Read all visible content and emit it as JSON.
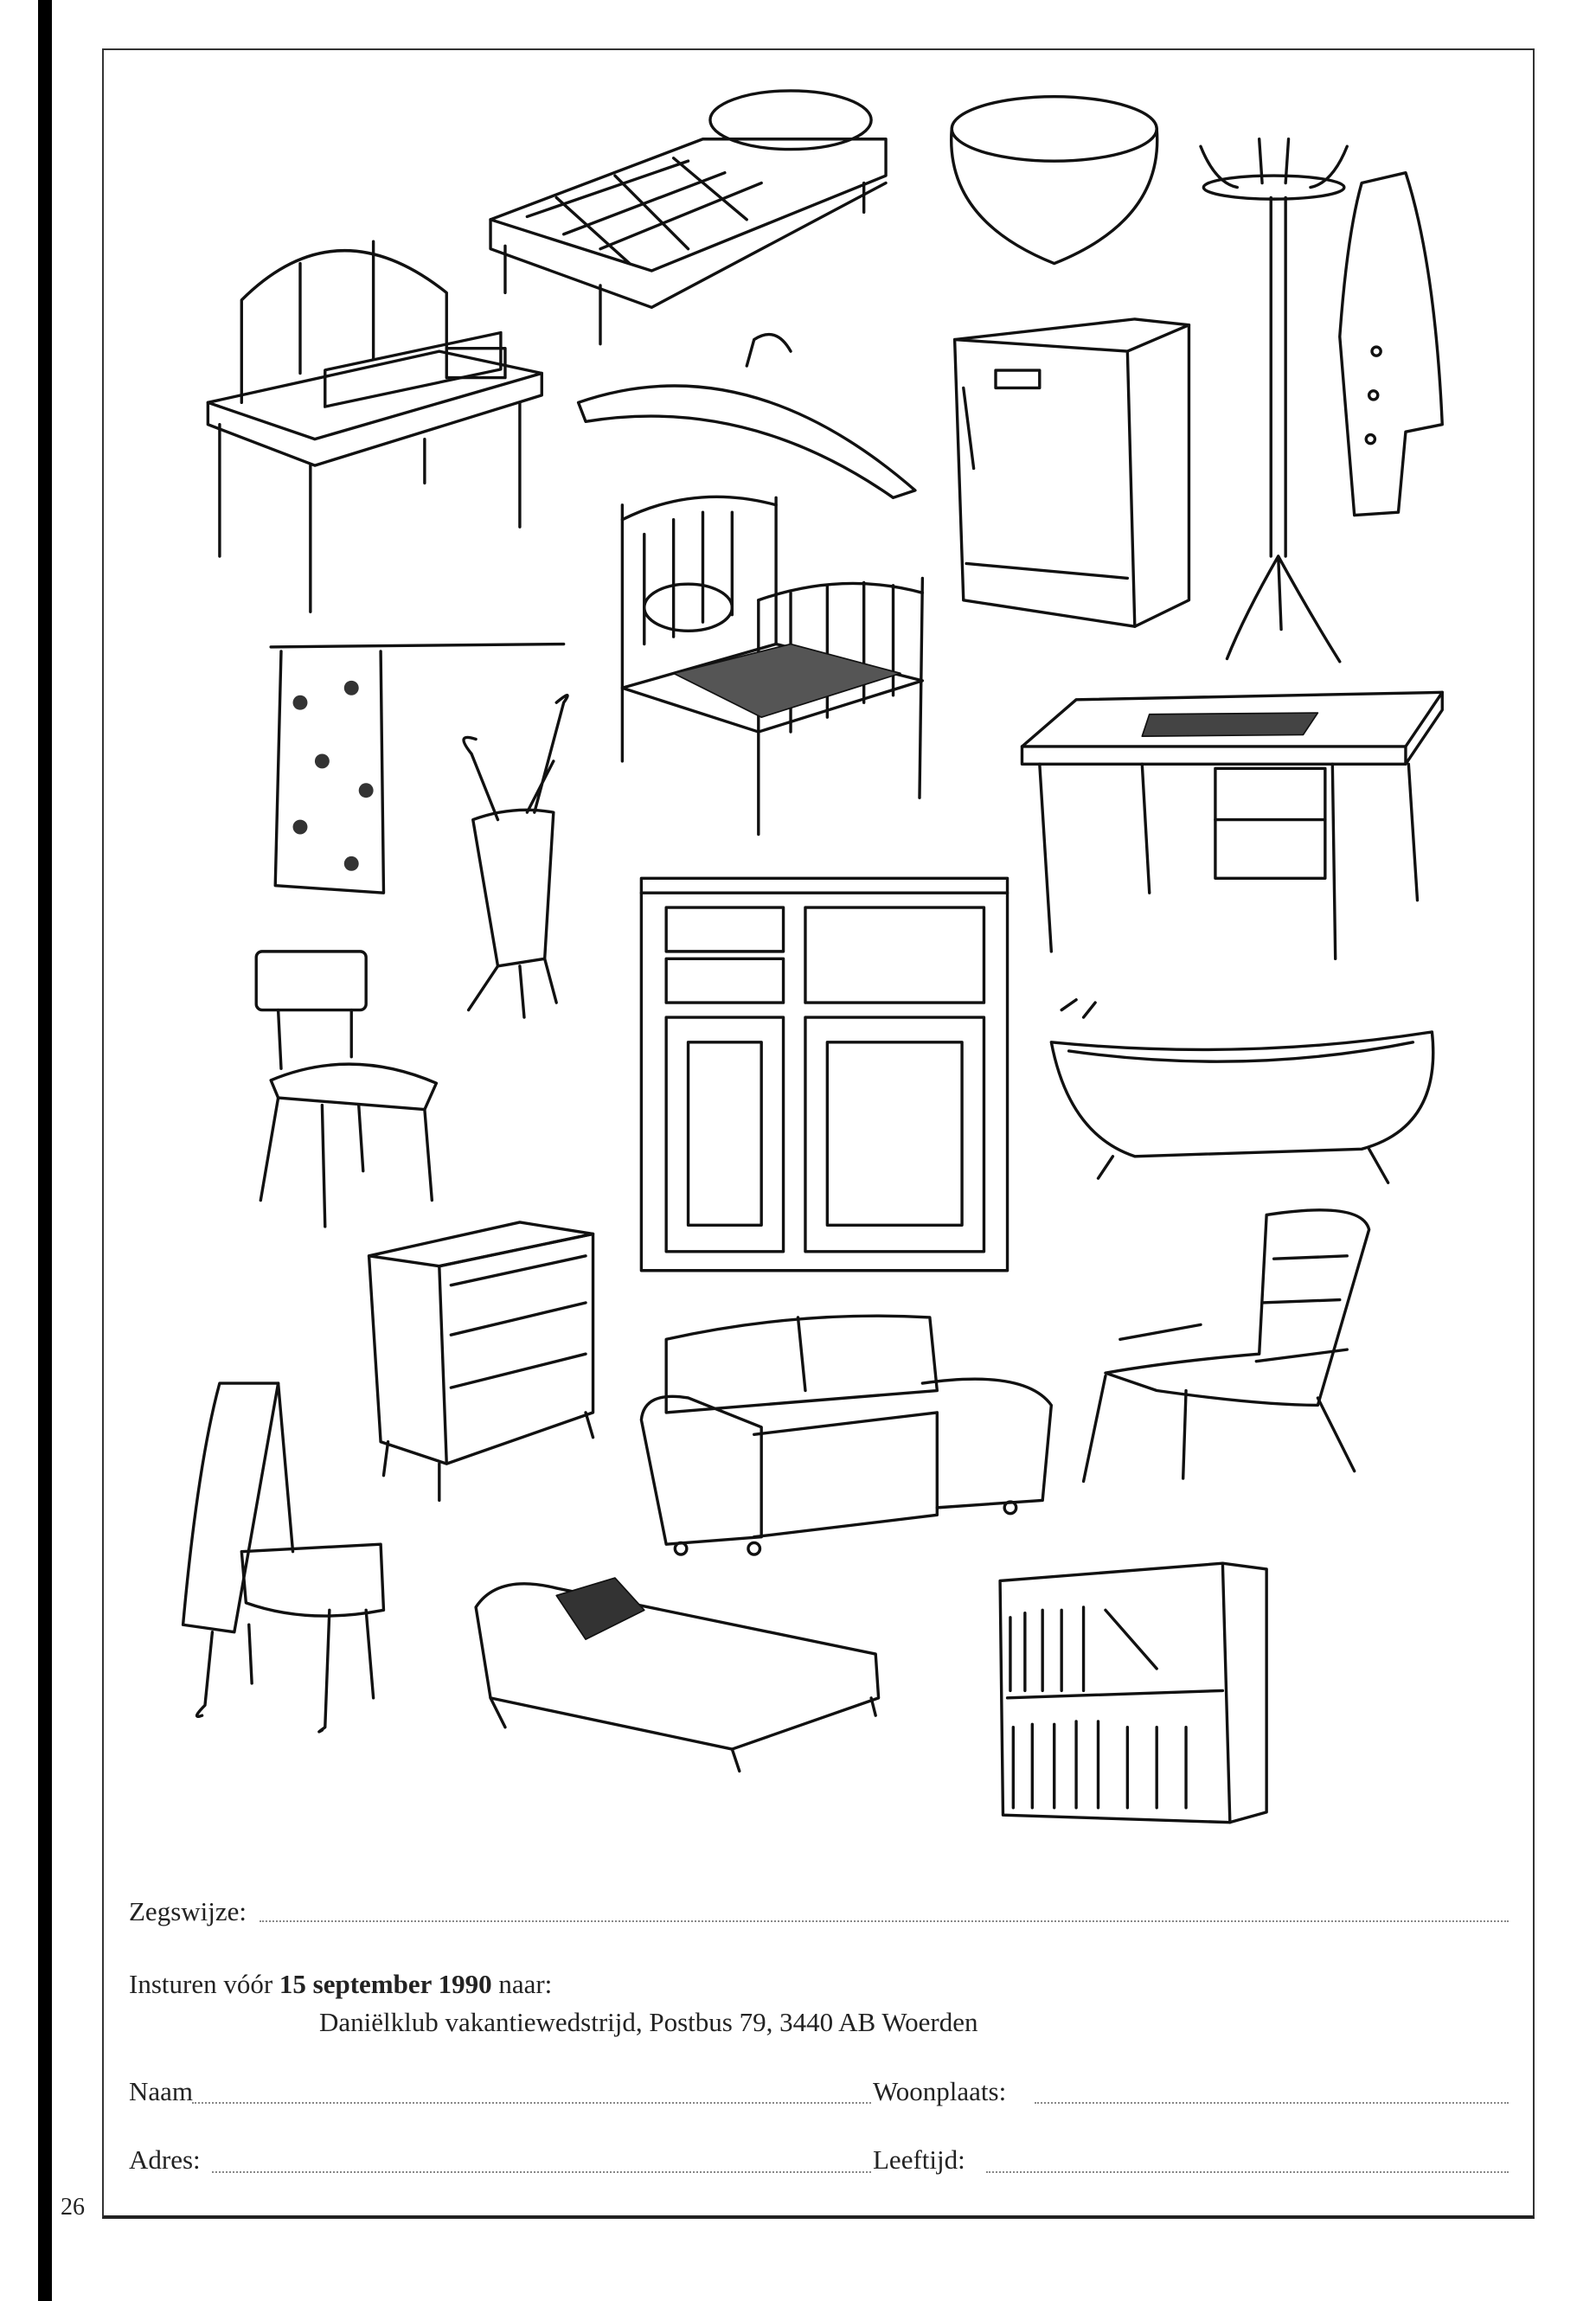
{
  "page_number": "26",
  "form": {
    "saying_label": "Zegswijze:",
    "submit_prefix": "Insturen vóór",
    "submit_date": "15 september 1990",
    "submit_suffix": "naar:",
    "address_line": "Daniëlklub vakantiewedstrijd, Postbus 79, 3440 AB  Woerden",
    "name_label": "Naam",
    "city_label": "Woonplaats:",
    "address_label": "Adres:",
    "age_label": "Leeftijd:"
  }
}
